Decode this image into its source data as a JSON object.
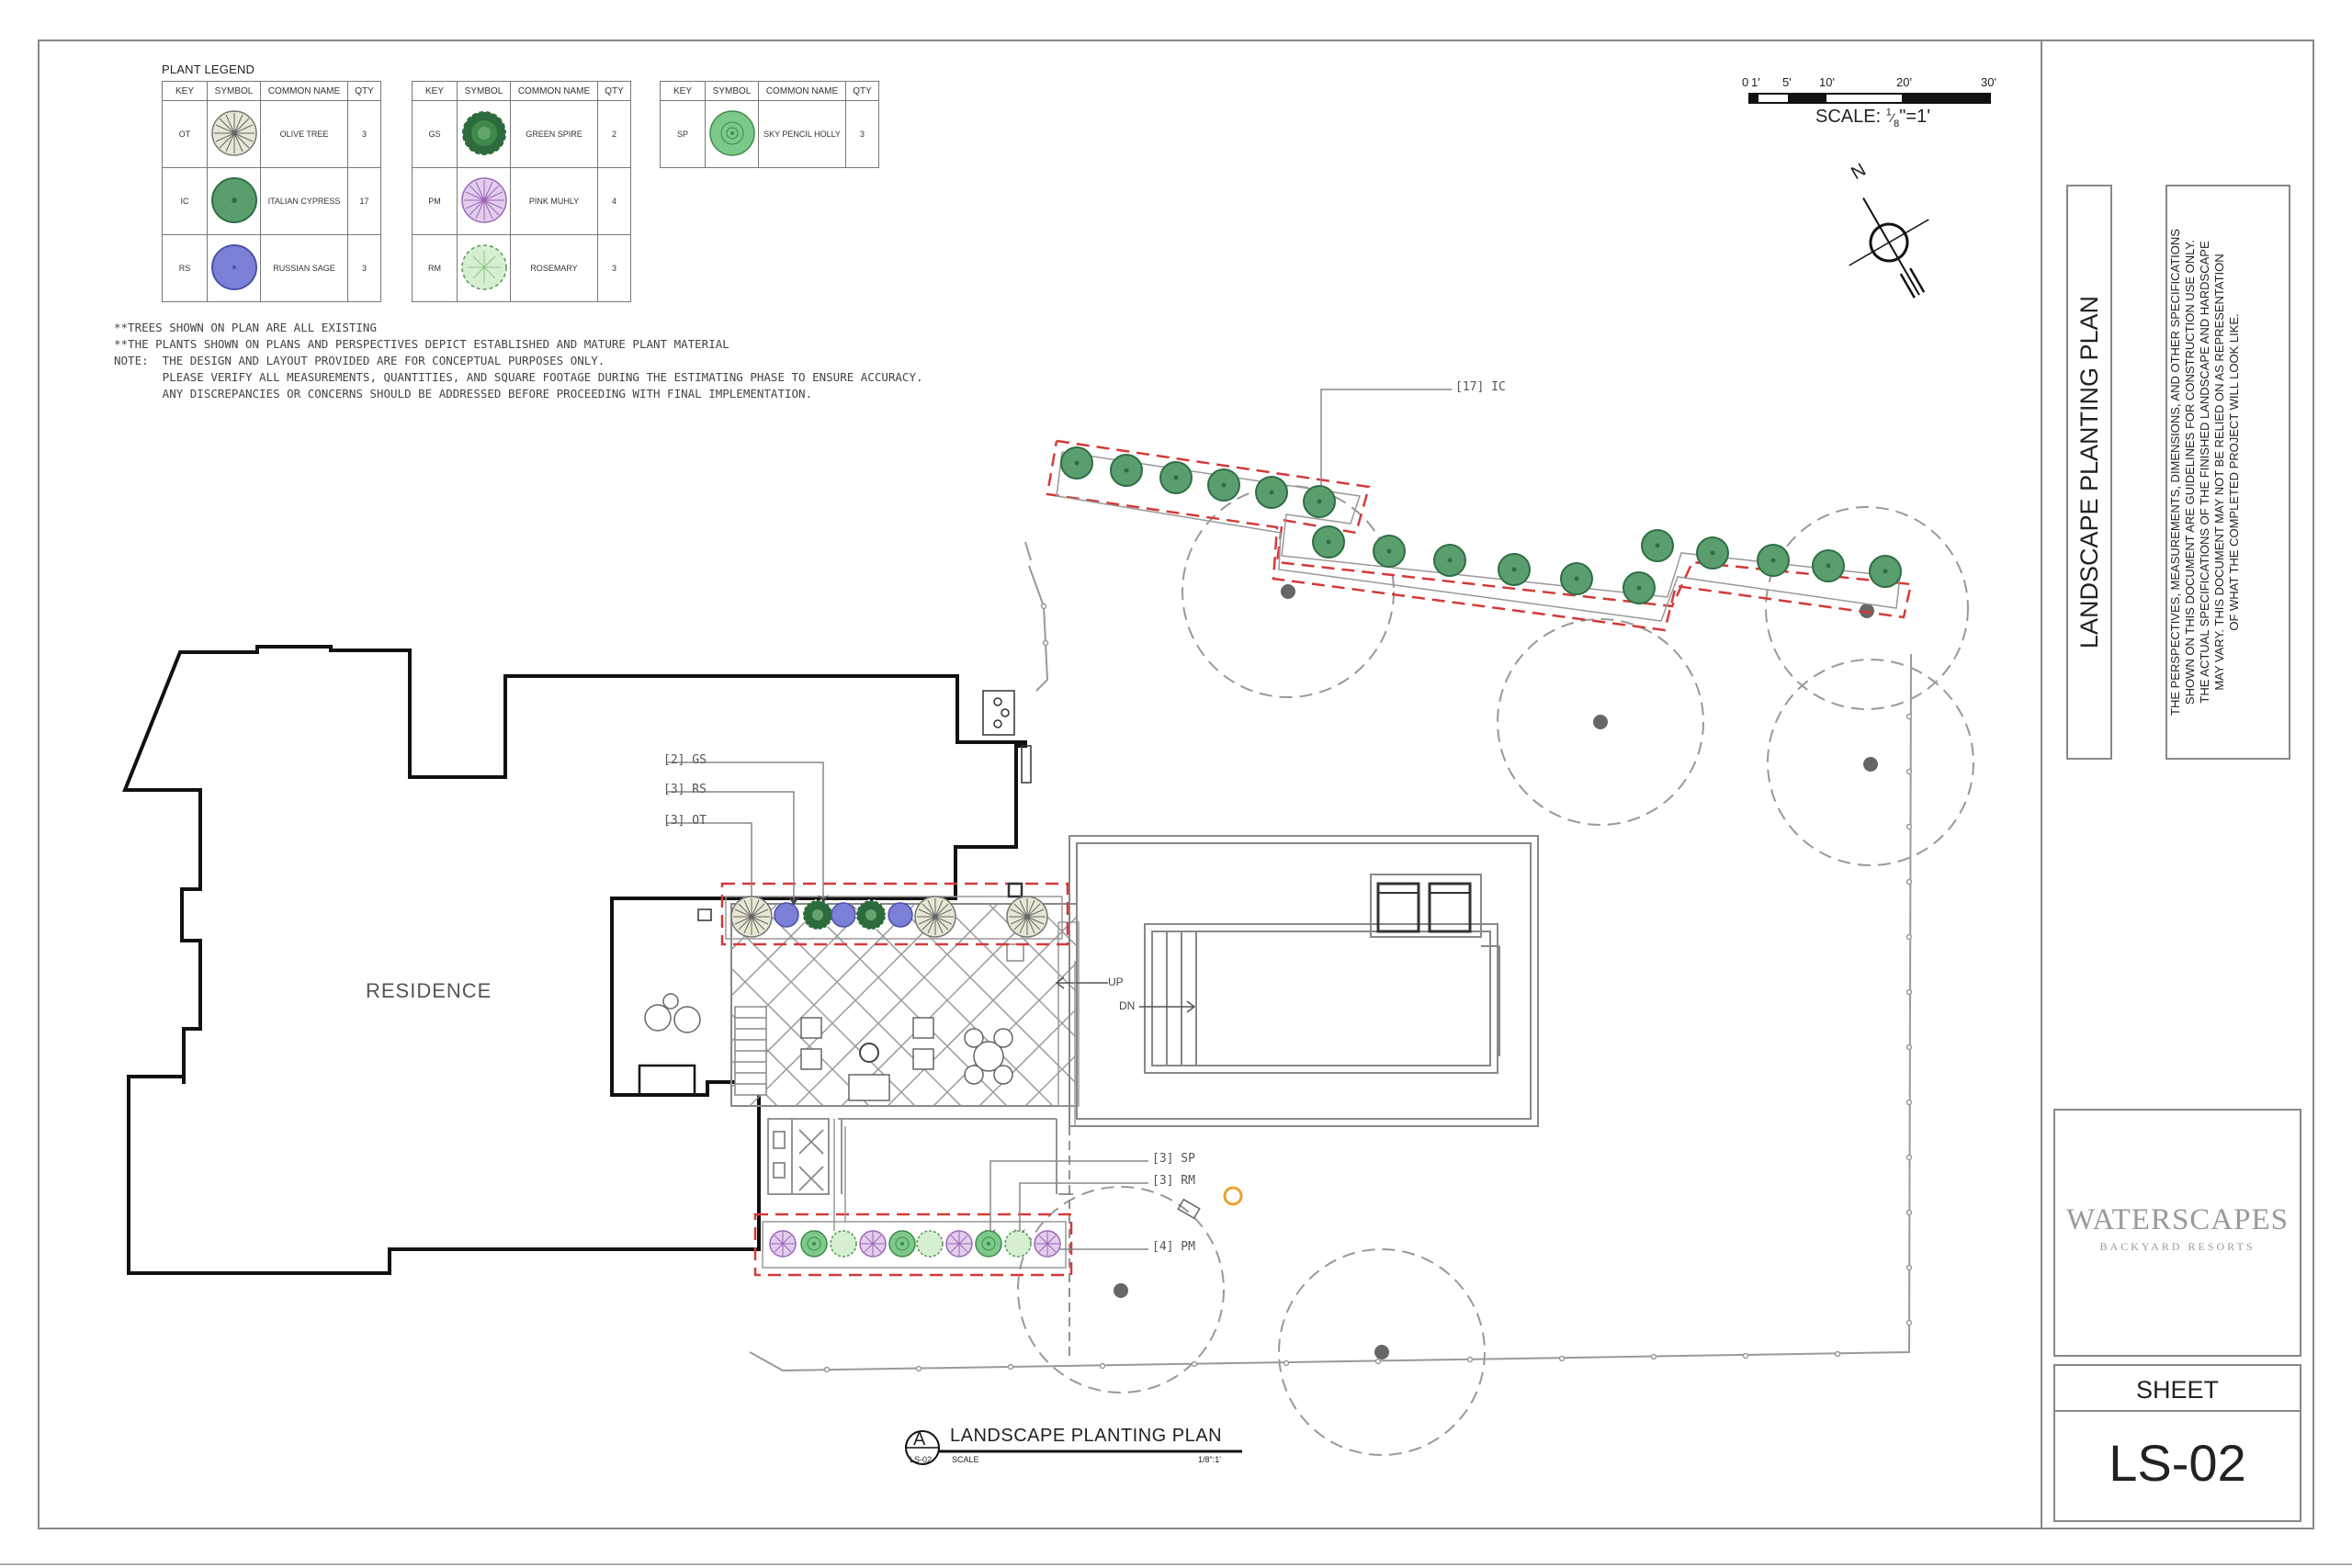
{
  "legend": {
    "title": "PLANT LEGEND",
    "headers": [
      "KEY",
      "SYMBOL",
      "COMMON NAME",
      "QTY"
    ],
    "tables": [
      [
        {
          "key": "OT",
          "name": "OLIVE TREE",
          "qty": "3",
          "symbol": "olive-tree-symbol-icon"
        },
        {
          "key": "IC",
          "name": "ITALIAN CYPRESS",
          "qty": "17",
          "symbol": "italian-cypress-symbol-icon"
        },
        {
          "key": "RS",
          "name": "RUSSIAN SAGE",
          "qty": "3",
          "symbol": "russian-sage-symbol-icon"
        }
      ],
      [
        {
          "key": "GS",
          "name": "GREEN SPIRE",
          "qty": "2",
          "symbol": "green-spire-symbol-icon"
        },
        {
          "key": "PM",
          "name": "PINK MUHLY",
          "qty": "4",
          "symbol": "pink-muhly-symbol-icon"
        },
        {
          "key": "RM",
          "name": "ROSEMARY",
          "qty": "3",
          "symbol": "rosemary-symbol-icon"
        }
      ],
      [
        {
          "key": "SP",
          "name": "SKY PENCIL HOLLY",
          "qty": "3",
          "symbol": "sky-pencil-holly-symbol-icon"
        }
      ]
    ]
  },
  "notes": {
    "line1": "**TREES SHOWN ON PLAN ARE ALL EXISTING",
    "line2": "**THE PLANTS SHOWN ON PLANS AND PERSPECTIVES DEPICT ESTABLISHED AND MATURE PLANT MATERIAL",
    "line3": "NOTE:  THE DESIGN AND LAYOUT PROVIDED ARE FOR CONCEPTUAL PURPOSES ONLY.",
    "line4": "       PLEASE VERIFY ALL MEASUREMENTS, QUANTITIES, AND SQUARE FOOTAGE DURING THE ESTIMATING PHASE TO ENSURE ACCURACY.",
    "line5": "       ANY DISCREPANCIES OR CONCERNS SHOULD BE ADDRESSED BEFORE PROCEEDING WITH FINAL IMPLEMENTATION."
  },
  "scale_bar": {
    "ticks": [
      "0",
      "1'",
      "5'",
      "10'",
      "20'",
      "30'"
    ],
    "label_prefix": "SCALE: ",
    "label_frac_num": "1",
    "label_frac_den": "8",
    "label_suffix": "\"=1'"
  },
  "north_arrow": {
    "label": "N"
  },
  "callouts": {
    "ic": "[17] IC",
    "gs": "[2] GS",
    "rs": "[3] RS",
    "ot": "[3] OT",
    "sp": "[3] SP",
    "rm": "[3] RM",
    "pm": "[4] PM"
  },
  "plan_labels": {
    "residence": "RESIDENCE",
    "up": "UP",
    "dn": "DN"
  },
  "drawing_title": {
    "letter": "A",
    "sheet_ref": "LS-02",
    "title": "LANDSCAPE PLANTING PLAN",
    "scale_label": "SCALE",
    "scale_value": "1/8\":1'"
  },
  "title_block": {
    "plan_title": "LANDSCAPE PLANTING PLAN",
    "disclaimer": [
      "THE PERSPECTIVES, MEASUREMENTS, DIMENSIONS, AND OTHER SPECIFICATIONS",
      "SHOWN ON THIS DOCUMENT ARE GUIDELINES FOR CONSTRUCTION USE ONLY.",
      "THE ACTUAL SPECIFICATIONS OF THE FINISHED LANDSCAPE AND HARDSCAPE",
      "MAY VARY. THIS DOCUMENT MAY NOT BE RELIED ON AS REPRESENTATION",
      "OF WHAT THE COMPLETED PROJECT WILL LOOK LIKE."
    ],
    "logo_main": "WATERSCAPES",
    "logo_sub": "BACKYARD RESORTS",
    "sheet_label": "SHEET",
    "sheet_number": "LS-02"
  },
  "colors": {
    "line": "#111111",
    "grey_line": "#8a8a8a",
    "dashed_red": "#d23a3a",
    "cypress": "#5b9e6e",
    "cypress_dark": "#2f6e45",
    "sage": "#7b7fd6",
    "olive": "#c9cab0",
    "green_spire": "#2e6b3c",
    "pink_muhly": "#b07fc7",
    "rosemary": "#bfe3b9",
    "sky_pencil": "#7cc98a",
    "existing_tree": "#666666",
    "orange_marker": "#f0a030"
  }
}
